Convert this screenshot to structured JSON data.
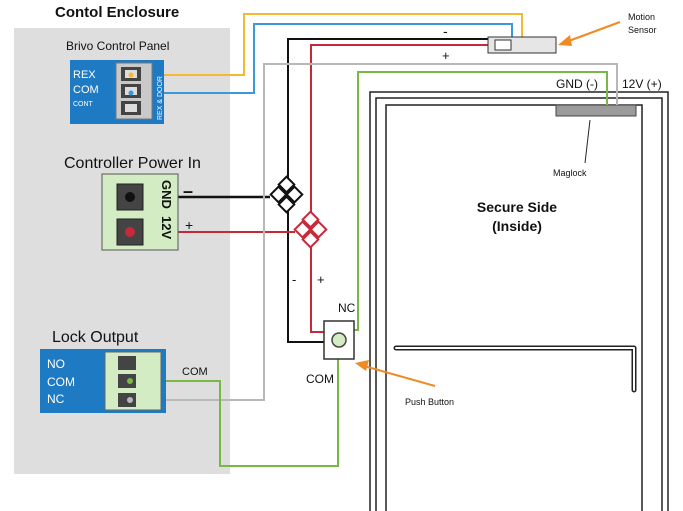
{
  "title": "Contol Enclosure",
  "panel": {
    "title": "Brivo Control Panel",
    "terminals": [
      "REX",
      "COM",
      "CONT"
    ],
    "side_label": "REX & DOOR"
  },
  "power": {
    "title": "Controller Power In",
    "terminal_gnd": "GND",
    "terminal_12v": "12V",
    "minus": "–",
    "plus": "+"
  },
  "lock_output": {
    "title": "Lock Output",
    "terminals": [
      "NO",
      "COM",
      "NC"
    ],
    "com_wire_label": "COM"
  },
  "motion_sensor": {
    "label_line1": "Motion",
    "label_line2": "Sensor",
    "minus": "-",
    "plus": "+"
  },
  "door": {
    "gnd_label": "GND (-)",
    "v12_label": "12V (+)",
    "maglock_label": "Maglock",
    "secure_line1": "Secure Side",
    "secure_line2": "(Inside)"
  },
  "push_button": {
    "label": "Push Button",
    "nc": "NC",
    "com": "COM",
    "minus": "-",
    "plus": "+"
  },
  "colors": {
    "yellow": "#f5b834",
    "blue": "#3a9ad9",
    "black": "#111111",
    "red": "#c8293a",
    "gray": "#b8b8b8",
    "green": "#7ab648",
    "orange": "#f08a24",
    "panel_blue": "#1f7ac4",
    "terminal_green": "#d3ecc4",
    "enclosure_bg": "#dedede"
  }
}
